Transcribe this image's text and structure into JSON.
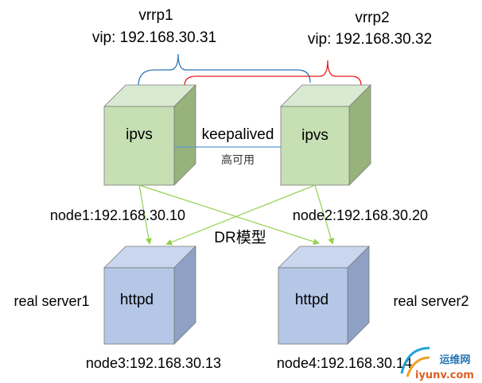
{
  "vrrp1": {
    "name": "vrrp1",
    "vip": "vip: 192.168.30.31",
    "color": "#2e75b6"
  },
  "vrrp2": {
    "name": "vrrp2",
    "vip": "vip: 192.168.30.32",
    "color": "#e81c1c"
  },
  "directors": [
    {
      "label": "ipvs",
      "node": "node1:192.168.30.10"
    },
    {
      "label": "ipvs",
      "node": "node2:192.168.30.20"
    }
  ],
  "ha": {
    "label": "keepalived",
    "sublabel": "高可用"
  },
  "mode": {
    "label": "DR模型"
  },
  "real_servers": [
    {
      "label": "httpd",
      "role": "real server1",
      "node": "node3:192.168.30.13"
    },
    {
      "label": "httpd",
      "role": "real server2",
      "node": "node4:192.168.30.14"
    }
  ],
  "colors": {
    "director_front": "#c6e0b4",
    "director_top": "#d9ead3",
    "director_side": "#98b27c",
    "server_front": "#b4c7e7",
    "server_top": "#c9d6ee",
    "server_side": "#8ea1c4",
    "edge": "#7a7a7a",
    "arrow": "#92d050",
    "link": "#5b9bd5"
  },
  "watermark": {
    "text": "运维网",
    "domain": "iyunv.com"
  }
}
